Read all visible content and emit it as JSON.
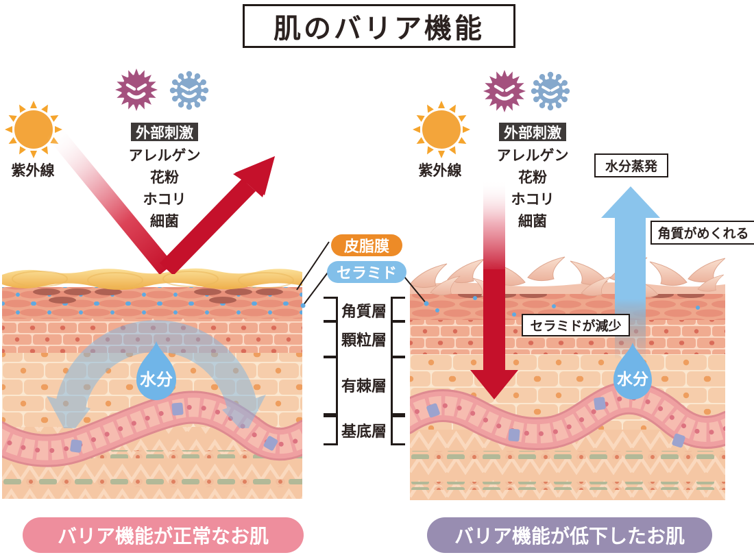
{
  "title": "肌のバリア機能",
  "uv_label": "紫外線",
  "stimuli": {
    "badge": "外部刺激",
    "items": [
      "アレルゲン",
      "花粉",
      "ホコリ",
      "細菌"
    ]
  },
  "legend": {
    "sebum": "皮脂膜",
    "ceramide": "セラミド",
    "layers": [
      "角質層",
      "顆粒層",
      "有棘層",
      "基底層"
    ]
  },
  "left": {
    "moisture": "水分",
    "caption": "バリア機能が正常なお肌"
  },
  "right": {
    "moisture": "水分",
    "evaporation": "水分蒸発",
    "flaking": "角質がめくれる",
    "ceramide_decrease": "セラミドが減少",
    "caption": "バリア機能が低下したお肌"
  },
  "colors": {
    "red_arrow": "#C5112B",
    "blue_arrow": "#8AC4EC",
    "sun": "#F3A53B",
    "germ": "#A4517E",
    "virus": "#85A8CC",
    "sebum_pill": "#ED8B27",
    "ceramide_pill": "#82BFE9",
    "droplet": "#70B5E8",
    "caption_normal_bg": "#EE8E9D",
    "caption_damaged_bg": "#988DB1",
    "badge_bg": "#3E3A39"
  }
}
